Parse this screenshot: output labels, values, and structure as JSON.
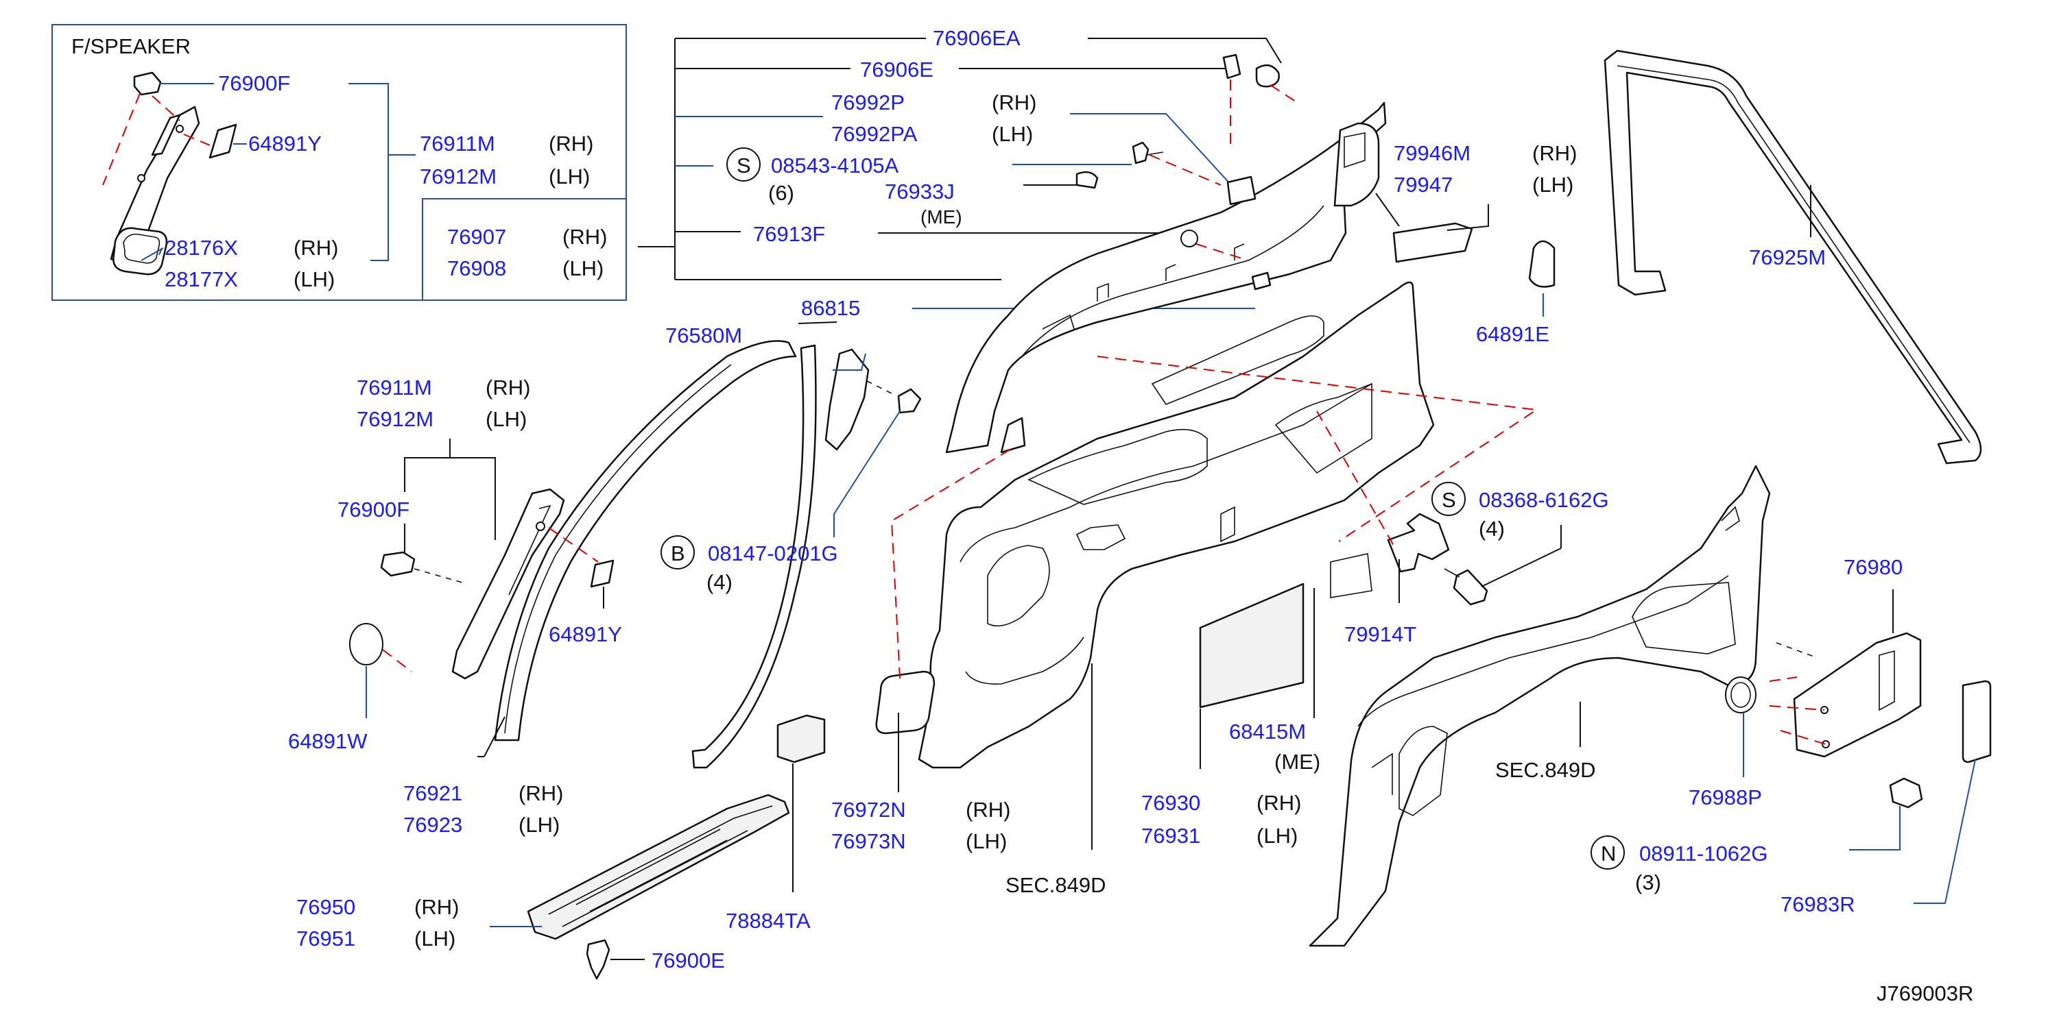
{
  "inset": {
    "title": "F/SPEAKER",
    "p1": "76900F",
    "p2": "64891Y",
    "p3": "76911M",
    "p3s": "(RH)",
    "p4": "76912M",
    "p4s": "(LH)",
    "p5": "28176X",
    "p5s": "(RH)",
    "p6": "28177X",
    "p6s": "(LH)"
  },
  "top": {
    "a": "76906EA",
    "b": "76906E",
    "c": "76992P",
    "cs": "(RH)",
    "d": "76992PA",
    "ds": "(LH)",
    "e_sym": "S",
    "e": "08543-4105A",
    "eq": "(6)",
    "f": "76933J",
    "fs": "(ME)",
    "g": "76913F",
    "h": "86815",
    "i": "76907",
    "is": "(RH)",
    "j": "76908",
    "js": "(LH)"
  },
  "right_top": {
    "a": "79946M",
    "as": "(RH)",
    "b": "79947",
    "bs": "(LH)",
    "c": "64891E",
    "d": "76925M"
  },
  "left": {
    "a": "76580M",
    "b": "76911M",
    "bs": "(RH)",
    "c": "76912M",
    "cs": "(LH)",
    "d": "76900F",
    "e": "64891Y",
    "f": "64891W",
    "g": "76921",
    "gs": "(RH)",
    "h": "76923",
    "hs": "(LH)",
    "i_sym": "B",
    "i": "08147-0201G",
    "iq": "(4)"
  },
  "bottom": {
    "a": "76950",
    "as": "(RH)",
    "b": "76951",
    "bs": "(LH)",
    "c": "76900E",
    "d": "78884TA",
    "e": "76972N",
    "es": "(RH)",
    "f": "76973N",
    "fs": "(LH)",
    "g": "SEC.849D",
    "h": "76930",
    "hs": "(RH)",
    "i": "76931",
    "is": "(LH)",
    "j": "68415M",
    "js": "(ME)"
  },
  "mid": {
    "a_sym": "S",
    "a": "08368-6162G",
    "aq": "(4)",
    "b": "79914T"
  },
  "right_bot": {
    "a": "76980",
    "b": "SEC.849D",
    "c": "76988P",
    "d_sym": "N",
    "d": "08911-1062G",
    "dq": "(3)",
    "e": "76983R"
  },
  "diagram_id": "J769003R"
}
